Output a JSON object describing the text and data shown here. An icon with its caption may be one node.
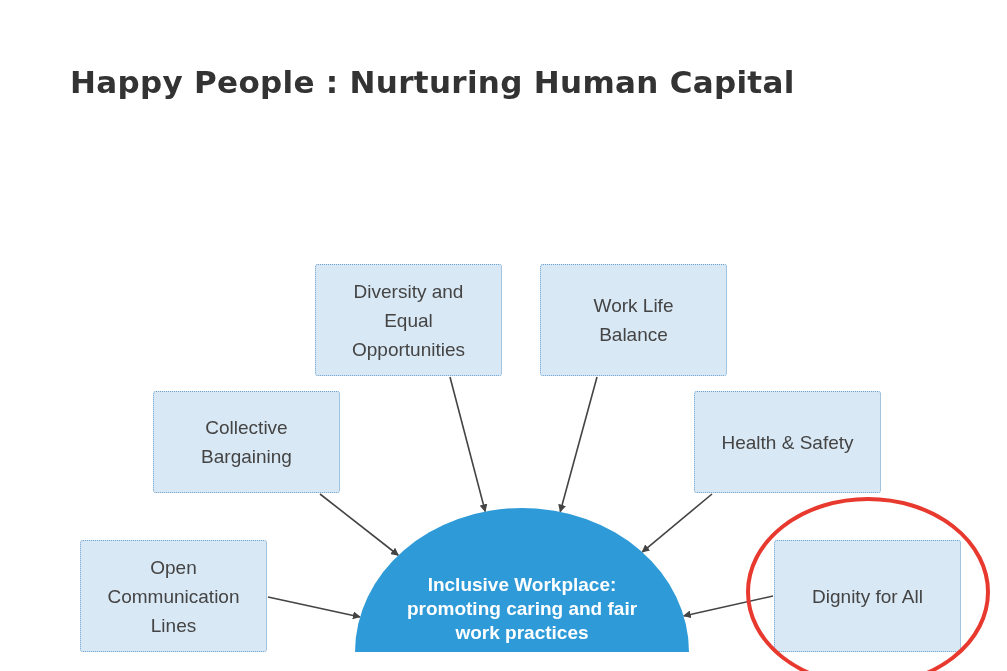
{
  "diagram": {
    "title": "Happy People : Nurturing Human Capital",
    "nodes": [
      {
        "text": [
          "Diversity and Equal Opportunities"
        ]
      },
      {
        "text": [
          "Work Life Balance"
        ]
      },
      {
        "text": [
          "Collective Bargaining"
        ]
      },
      {
        "text": [
          "Health & Safety"
        ]
      },
      {
        "text": [
          "Open Communication Lines"
        ]
      },
      {
        "text": [
          "Dignity for All"
        ]
      },
      {
        "text": [
          "Inclusive Workplace: promoting caring and fair work practices"
        ]
      }
    ],
    "edges": [
      {
        "from": 0,
        "to": 6,
        "arrow": "to"
      },
      {
        "from": 1,
        "to": 6,
        "arrow": "to"
      },
      {
        "from": 2,
        "to": 6,
        "arrow": "to"
      },
      {
        "from": 3,
        "to": 6,
        "arrow": "to"
      },
      {
        "from": 4,
        "to": 6,
        "arrow": "to"
      },
      {
        "from": 5,
        "to": 6,
        "arrow": "to"
      }
    ]
  }
}
